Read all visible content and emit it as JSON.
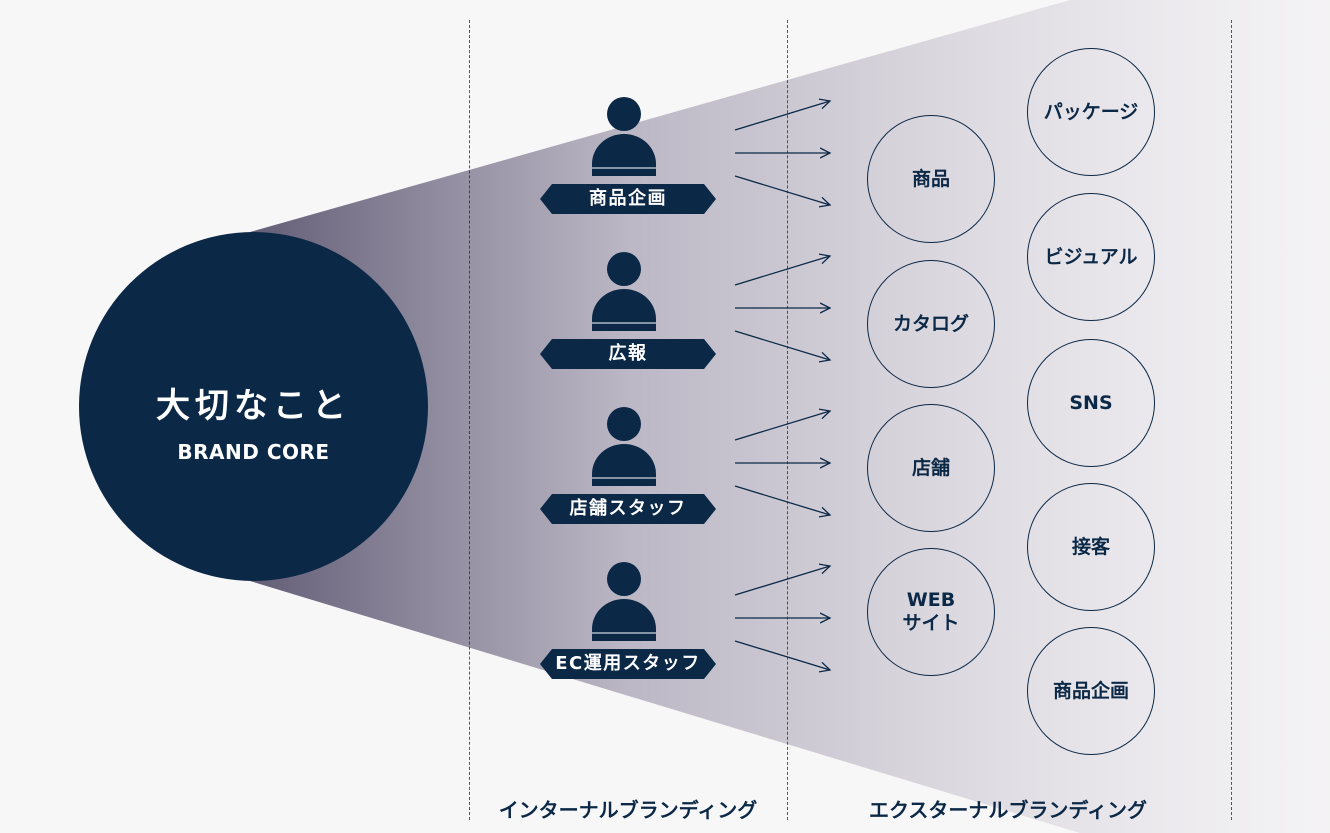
{
  "core": {
    "title": "大切なこと",
    "subtitle": "BRAND CORE"
  },
  "roles": [
    {
      "label": "商品企画",
      "icon": "person-icon"
    },
    {
      "label": "広報",
      "icon": "person-icon"
    },
    {
      "label": "店舗スタッフ",
      "icon": "person-icon"
    },
    {
      "label": "EC運用スタッフ",
      "icon": "person-icon"
    }
  ],
  "channels": {
    "inner": [
      "商品",
      "カタログ",
      "店舗",
      "WEB\nサイト"
    ],
    "outer": [
      "パッケージ",
      "ビジュアル",
      "SNS",
      "接客",
      "商品企画"
    ]
  },
  "sections": {
    "internal": "インターナルブランディング",
    "external": "エクスターナルブランディング"
  },
  "colors": {
    "navy": "#0b2847",
    "background": "#f8f7f8"
  }
}
